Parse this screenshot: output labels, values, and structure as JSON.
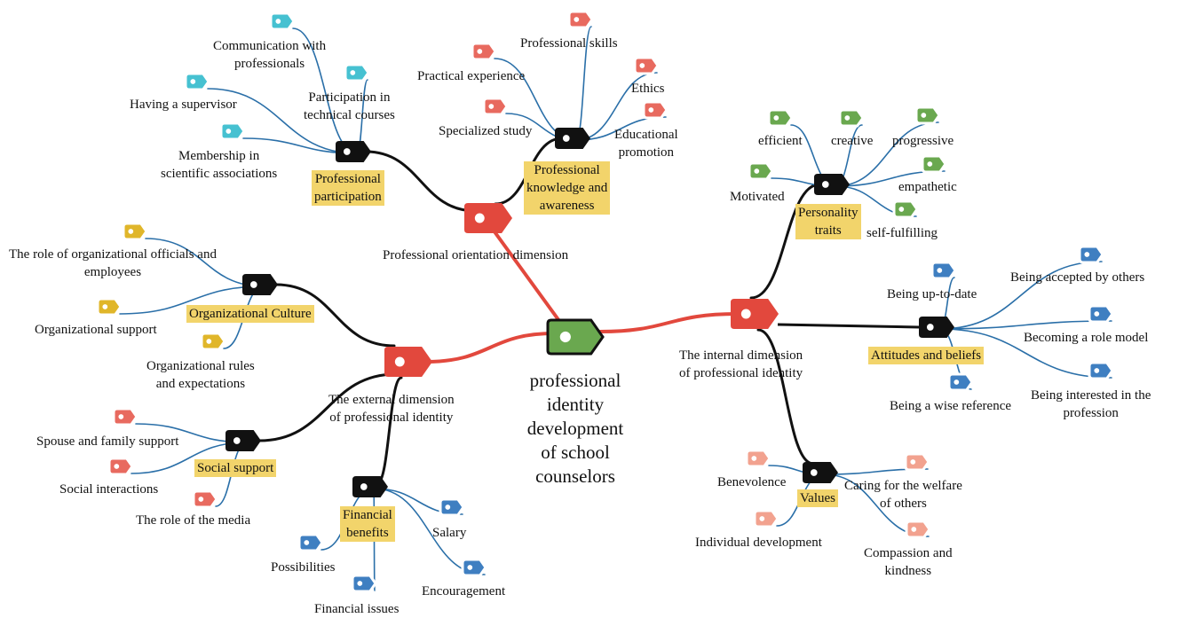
{
  "central": {
    "text": "professional\nidentity\ndevelopment\nof school\ncounselors",
    "color": "#6aa84f"
  },
  "dimensions": {
    "orientation": "Professional orientation dimension",
    "external": "The external dimension\nof professional identity",
    "internal": "The internal dimension\nof professional identity"
  },
  "categories": {
    "participation": "Professional\nparticipation",
    "knowledge": "Professional\nknowledge and\nawareness",
    "culture": "Organizational Culture",
    "social": "Social support",
    "financial": "Financial\nbenefits",
    "personality": "Personality\ntraits",
    "attitudes": "Attitudes and beliefs",
    "values": "Values"
  },
  "leaves": {
    "participation": [
      "Communication with\nprofessionals",
      "Participation in\ntechnical courses",
      "Having a supervisor",
      "Membership in\nscientific associations"
    ],
    "knowledge": [
      "Professional skills",
      "Practical experience",
      "Ethics",
      "Specialized study",
      "Educational\npromotion"
    ],
    "culture": [
      "The role of organizational officials and\nemployees",
      "Organizational support",
      "Organizational rules\nand expectations"
    ],
    "social": [
      "Spouse and family support",
      "Social interactions",
      "The role of the media"
    ],
    "financial": [
      "Salary",
      "Possibilities",
      "Encouragement",
      "Financial issues"
    ],
    "personality": [
      "efficient",
      "creative",
      "progressive",
      "Motivated",
      "empathetic",
      "self-fulfilling"
    ],
    "attitudes": [
      "Being up-to-date",
      "Being accepted by others",
      "Becoming a role model",
      "Being a wise reference",
      "Being interested in the\nprofession"
    ],
    "values": [
      "Benevolence",
      "Caring for the welfare\nof others",
      "Individual development",
      "Compassion and\nkindness"
    ]
  },
  "colors": {
    "red_node": "#e2483d",
    "black_node": "#111111",
    "highlight": "#f2d46b",
    "teal": "#46c1d1",
    "red_leaf": "#e86a5f",
    "yellow": "#e0b62a",
    "blue": "#3f7fc1",
    "green": "#6aa84f",
    "salmon": "#f2a28f",
    "branch_line": "#2a6fa8"
  }
}
